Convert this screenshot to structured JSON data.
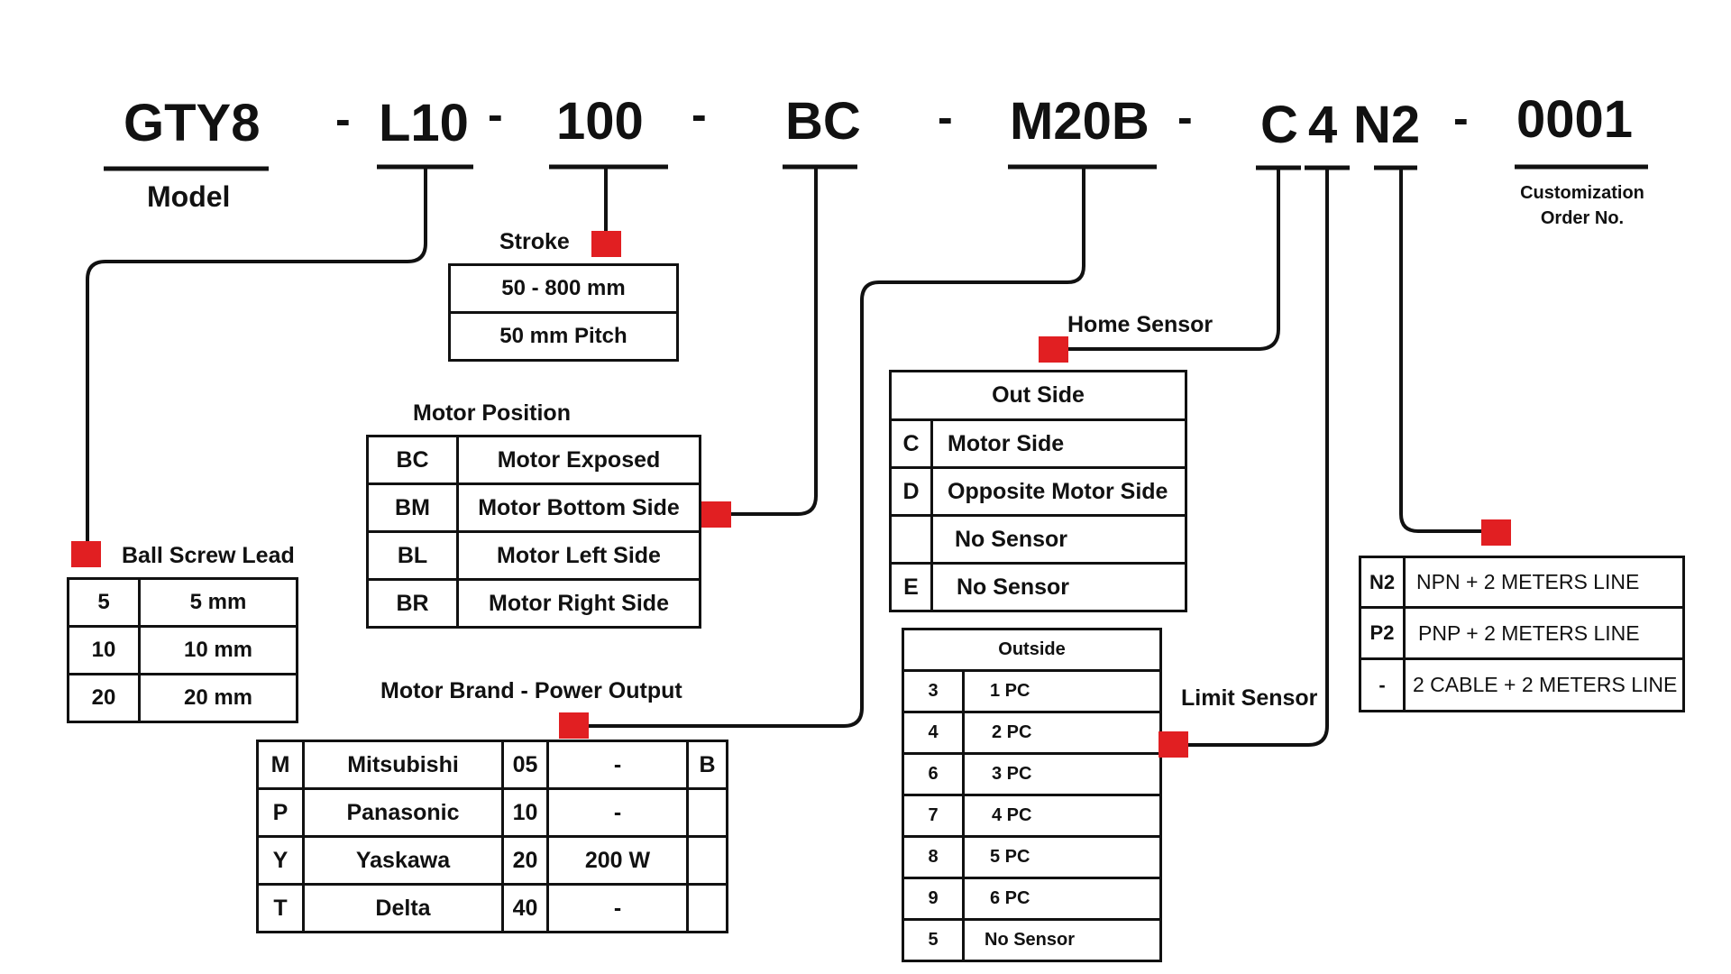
{
  "header": {
    "codes": [
      {
        "id": "model",
        "text": "GTY8"
      },
      {
        "id": "lead",
        "text": "L10"
      },
      {
        "id": "stroke",
        "text": "100"
      },
      {
        "id": "position",
        "text": "BC"
      },
      {
        "id": "motor",
        "text": "M20B"
      },
      {
        "id": "home",
        "text": "C"
      },
      {
        "id": "limit",
        "text": "4"
      },
      {
        "id": "cable",
        "text": "N2"
      },
      {
        "id": "order",
        "text": "0001"
      }
    ],
    "separator": "-",
    "model_label": "Model",
    "order_label_line1": "Customization",
    "order_label_line2": "Order No."
  },
  "stroke": {
    "title": "Stroke",
    "rows": [
      "50 - 800 mm",
      "50 mm Pitch"
    ]
  },
  "ball_screw_lead": {
    "title": "Ball Screw Lead",
    "rows": [
      {
        "code": "5",
        "value": "5 mm"
      },
      {
        "code": "10",
        "value": "10 mm"
      },
      {
        "code": "20",
        "value": "20 mm"
      }
    ]
  },
  "motor_position": {
    "title": "Motor Position",
    "rows": [
      {
        "code": "BC",
        "value": "Motor Exposed"
      },
      {
        "code": "BM",
        "value": "Motor Bottom Side"
      },
      {
        "code": "BL",
        "value": "Motor Left Side"
      },
      {
        "code": "BR",
        "value": "Motor Right Side"
      }
    ]
  },
  "motor_brand": {
    "title": "Motor Brand - Power Output",
    "rows": [
      {
        "code": "M",
        "brand": "Mitsubishi",
        "power_code": "05",
        "power": "-",
        "brake": "B"
      },
      {
        "code": "P",
        "brand": "Panasonic",
        "power_code": "10",
        "power": "-",
        "brake": ""
      },
      {
        "code": "Y",
        "brand": "Yaskawa",
        "power_code": "20",
        "power": "200 W",
        "brake": ""
      },
      {
        "code": "T",
        "brand": "Delta",
        "power_code": "40",
        "power": "-",
        "brake": ""
      }
    ]
  },
  "home_sensor": {
    "title": "Home Sensor",
    "header": "Out Side",
    "rows": [
      {
        "code": "C",
        "value": "Motor Side"
      },
      {
        "code": "D",
        "value": "Opposite Motor Side"
      },
      {
        "code": "",
        "value": "No Sensor"
      },
      {
        "code": "E",
        "value": "No Sensor"
      }
    ]
  },
  "limit_sensor": {
    "title": "Limit Sensor",
    "header": "Outside",
    "rows": [
      {
        "code": "3",
        "value": "1 PC"
      },
      {
        "code": "4",
        "value": "2 PC"
      },
      {
        "code": "6",
        "value": "3 PC"
      },
      {
        "code": "7",
        "value": "4 PC"
      },
      {
        "code": "8",
        "value": "5 PC"
      },
      {
        "code": "9",
        "value": "6 PC"
      },
      {
        "code": "5",
        "value": "No Sensor"
      }
    ]
  },
  "cable": {
    "rows": [
      {
        "code": "N2",
        "value": "NPN + 2 METERS LINE"
      },
      {
        "code": "P2",
        "value": "PNP + 2 METERS LINE"
      },
      {
        "code": "-",
        "value": "2 CABLE + 2 METERS LINE"
      }
    ]
  },
  "colors": {
    "marker": "#e11f22",
    "line": "#111111"
  }
}
